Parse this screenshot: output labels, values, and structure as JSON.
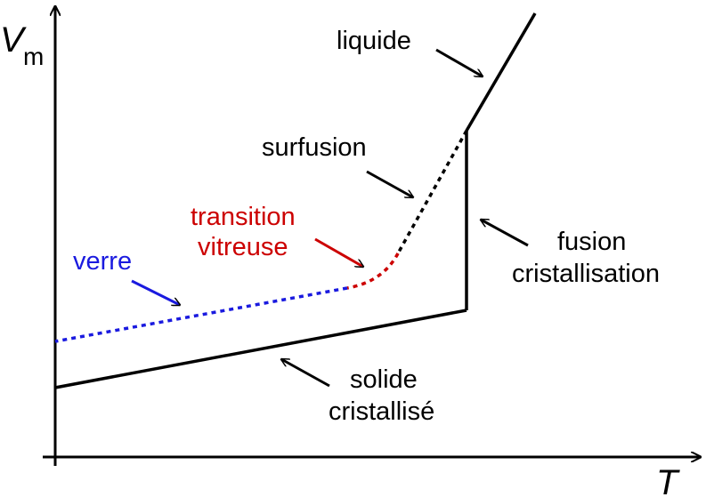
{
  "axes": {
    "y_label": "V",
    "y_sub": "m",
    "x_label": "T"
  },
  "labels": {
    "liquide": "liquide",
    "surfusion": "surfusion",
    "transition_1": "transition",
    "transition_2": "vitreuse",
    "verre": "verre",
    "fusion_1": "fusion",
    "fusion_2": "cristallisation",
    "solide_1": "solide",
    "solide_2": "cristallisé"
  },
  "colors": {
    "black": "#000000",
    "blue": "#1a1adf",
    "red": "#cc0000"
  }
}
